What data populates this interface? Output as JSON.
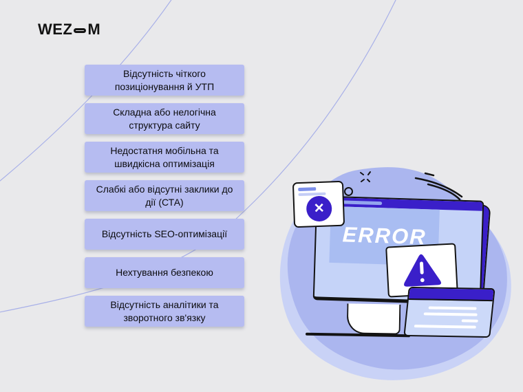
{
  "logo": {
    "prefix": "WEZ",
    "suffix": "M"
  },
  "problem_list": {
    "items": [
      "Відсутність чіткого позиціонування й УТП",
      "Складна або нелогічна структура сайту",
      "Недостатня мобільна та швидкісна оптимізація",
      "Слабкі або відсутні заклики до дії (СТА)",
      "Відсутність SEO-оптимізації",
      "Нехтування безпекою",
      "Відсутність аналітики та зворотного зв'язку"
    ]
  },
  "illustration": {
    "error_label": "ERROR",
    "cross_glyph": "✕",
    "icons": [
      "error-cross-icon",
      "warning-triangle-icon",
      "sparkle-icon",
      "motion-lines-icon"
    ]
  },
  "colors": {
    "background": "#e9e9eb",
    "accent_purple": "#3a1fc9",
    "item_fill": "#b6bcf1",
    "blob": "#abb6ef",
    "blob_light": "#c9d2f6",
    "screen": "#c5d3f8",
    "error_window": "#a9bdf2",
    "device_screen": "#ccd9f9",
    "pill": "#93a5ee",
    "card_line_dark": "#7d90ea",
    "card_line_light": "#c4cdf6",
    "curve": "#a8b0e8"
  }
}
